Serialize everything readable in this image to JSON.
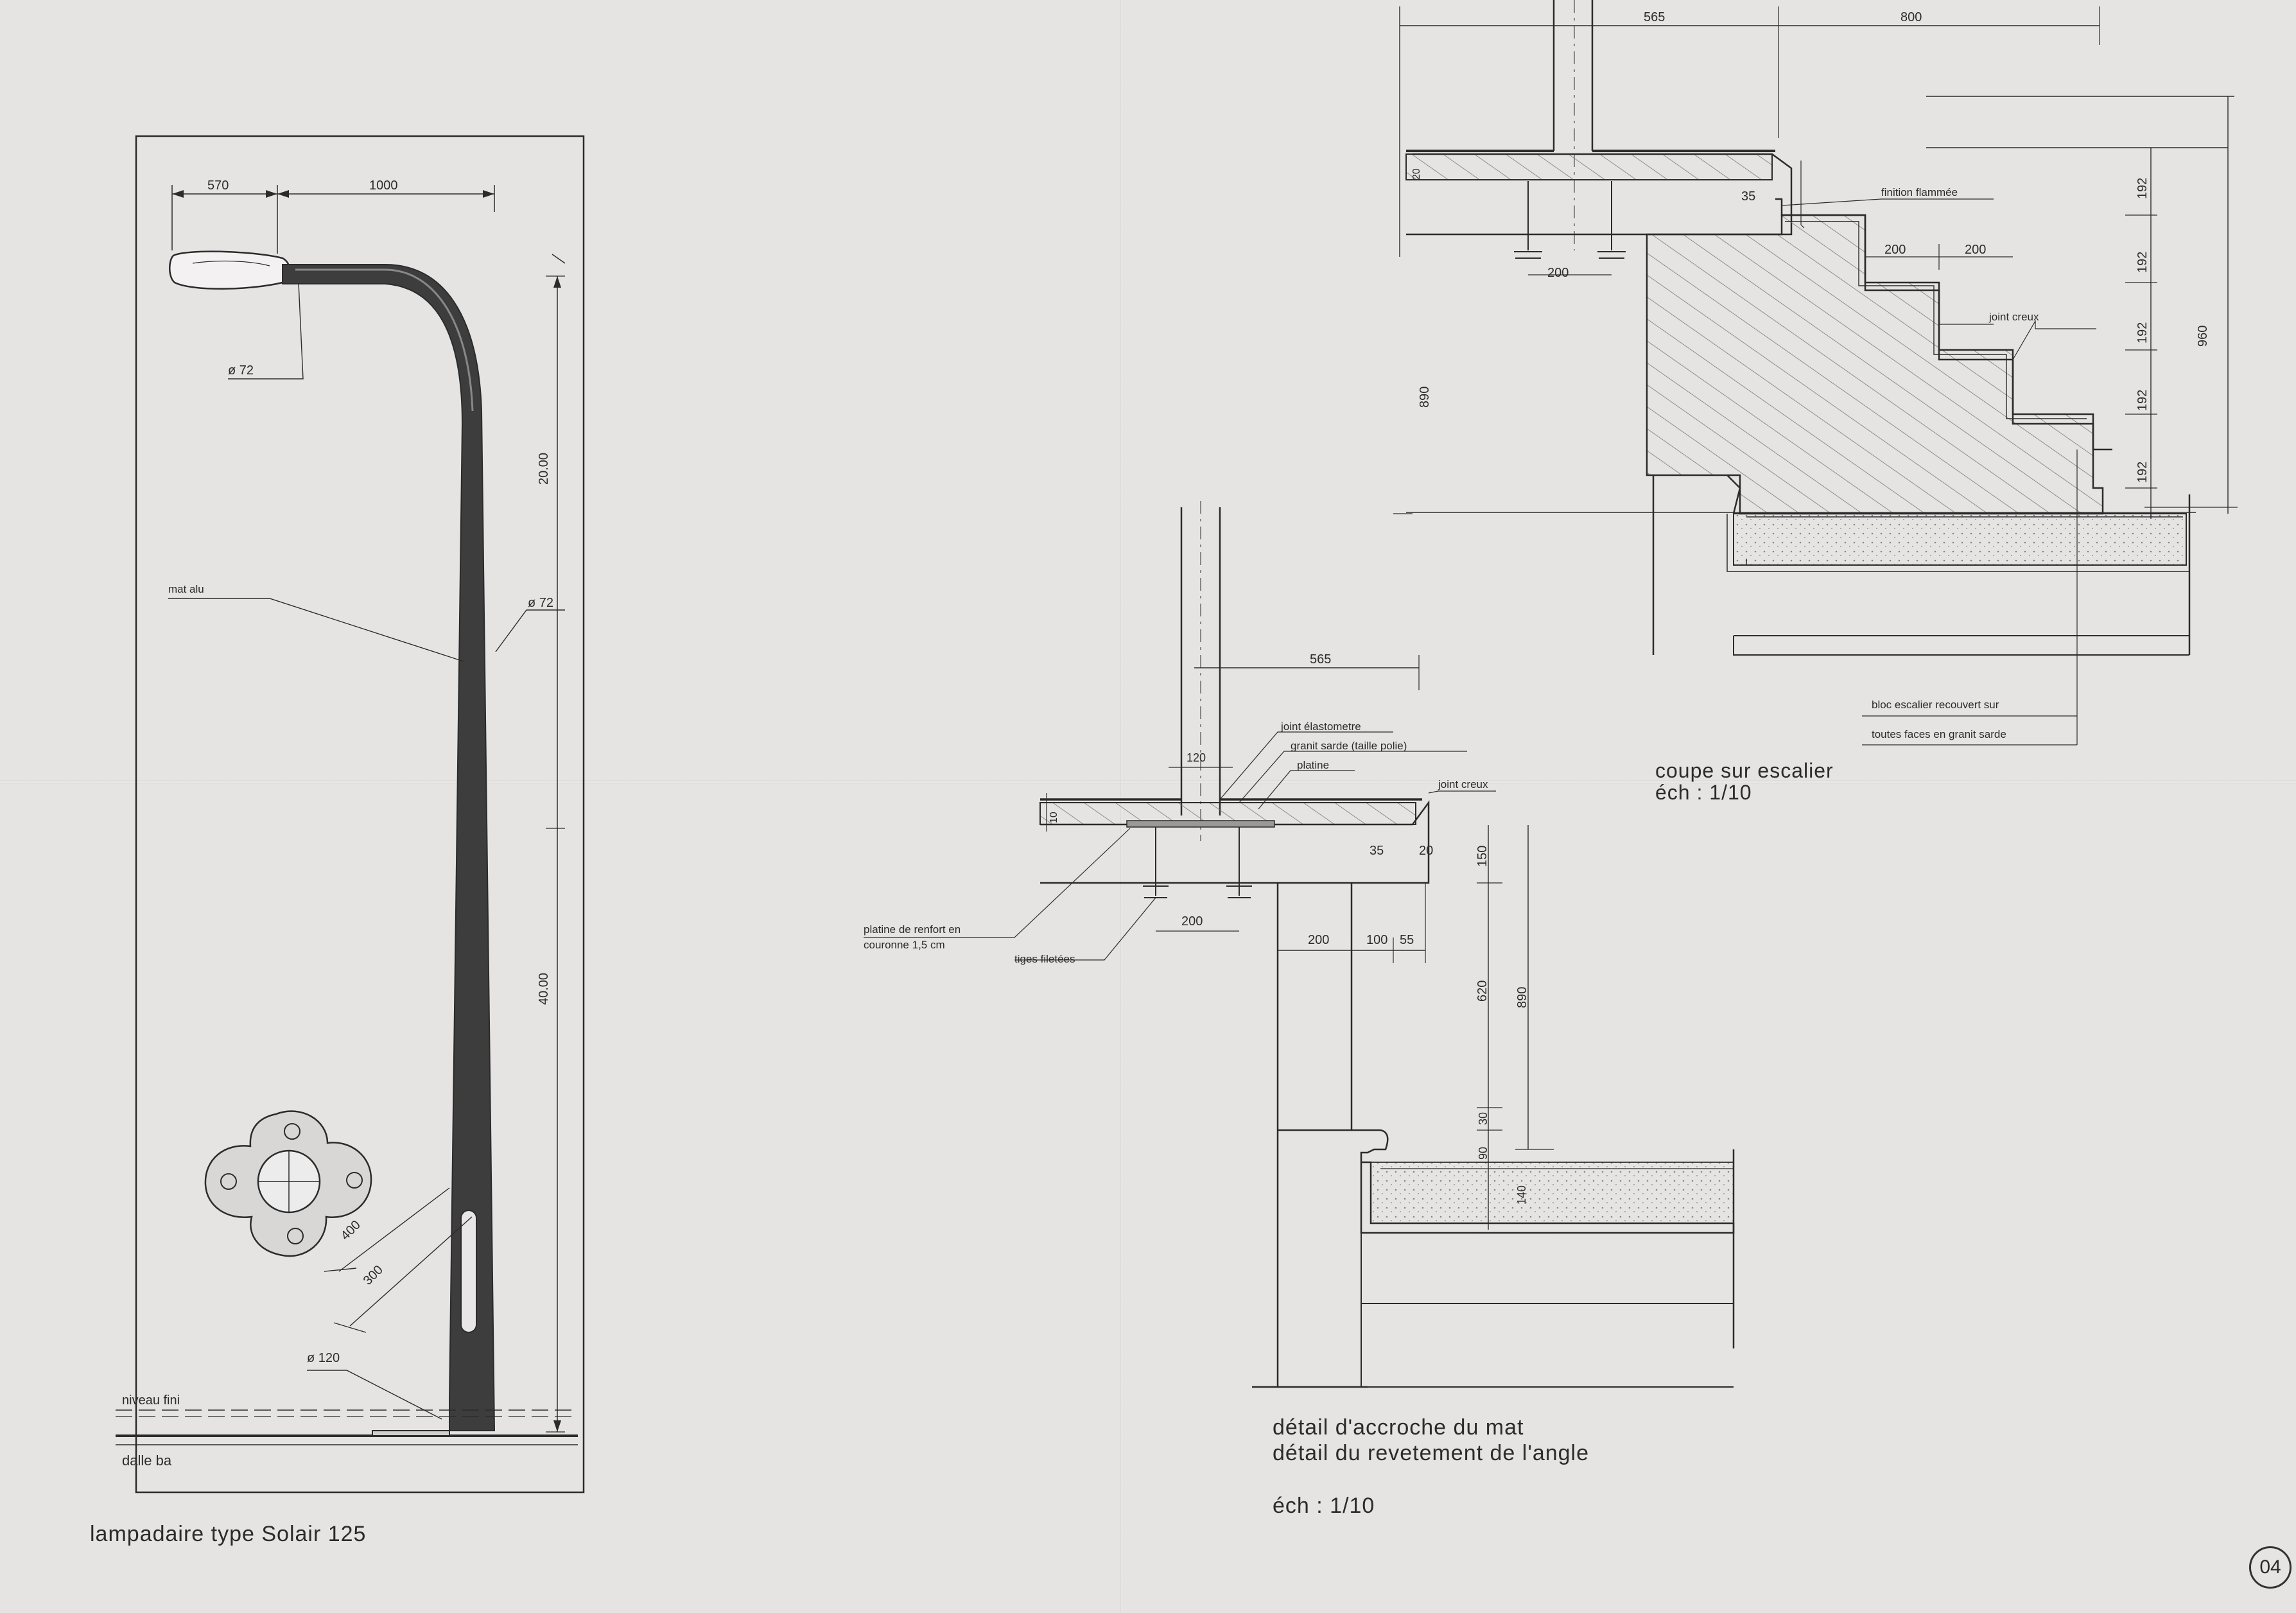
{
  "lamp": {
    "title": "lampadaire type Solair 125",
    "dims": {
      "arm_left": "570",
      "arm_right": "1000",
      "lamp_dia": "ø 72",
      "pole_dia": "ø 72",
      "upper_height": "20.00",
      "lower_height": "40.00",
      "base_dia": "ø 120",
      "bolt_a": "400",
      "bolt_b": "300"
    },
    "labels": {
      "mast": "mat alu",
      "finish_level": "niveau fini",
      "slab": "dalle ba"
    }
  },
  "stair_section": {
    "title": "coupe sur escalier",
    "scale": "éch : 1/10",
    "dims": {
      "top_left": "565",
      "top_right": "800",
      "step_depth_1": "200",
      "step_depth_2": "200",
      "base_200": "200",
      "depth_35": "35",
      "left_height": "890",
      "riser_1": "192",
      "riser_2": "192",
      "riser_3": "192",
      "riser_4": "192",
      "riser_5": "192",
      "total_height": "960",
      "slab_20": "20"
    },
    "labels": {
      "finish": "finition flammée",
      "hollow_joint": "joint creux",
      "block_line1": "bloc escalier recouvert sur",
      "block_line2": "toutes faces en granit sarde"
    }
  },
  "mast_detail": {
    "title_line1": "détail d'accroche du mat",
    "title_line2": "détail du revetement de l'angle",
    "scale": "éch : 1/10",
    "dims": {
      "width_565": "565",
      "width_120": "120",
      "thick_10": "10",
      "d35": "35",
      "d20": "20",
      "bolt_200": "200",
      "base_200": "200",
      "d100": "100",
      "d55": "55",
      "h150": "150",
      "h620": "620",
      "h890": "890",
      "h30": "30",
      "h90": "90",
      "h140": "140"
    },
    "labels": {
      "elastomer": "joint élastometre",
      "granite": "granit sarde (taille polie)",
      "plate": "platine",
      "hollow_joint": "joint creux",
      "reinforcement_1": "platine de renfort en",
      "reinforcement_2": "couronne 1,5 cm",
      "rods": "tiges filetées"
    }
  },
  "sheet": {
    "page_number": "04"
  },
  "colors": {
    "paper": "#e6e3e3",
    "ink": "#2b2b2b"
  }
}
